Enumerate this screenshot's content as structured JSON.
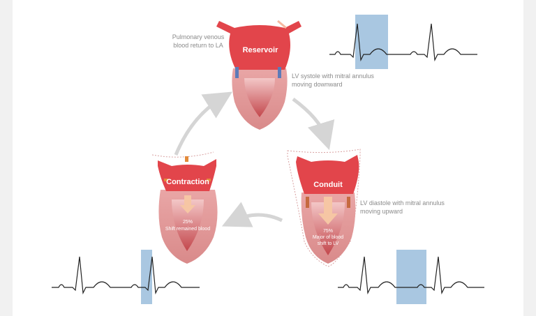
{
  "colors": {
    "heart": "#e2454b",
    "heart_light": "#f08a8c",
    "heart_outer": "#e7a3a3",
    "ecg_highlight": "#a9c7e1",
    "arrow_gray": "#d5d5d5",
    "annotation": "#8a8a8a"
  },
  "phases": {
    "reservoir": {
      "label": "Reservoir",
      "note_left_1": "Pulmonary venous",
      "note_left_2": "blood return to LA",
      "note_right_1": "LV systole with mitral annulus",
      "note_right_2": "moving downward"
    },
    "conduit": {
      "label": "Conduit",
      "percent": "75%",
      "sub_1": "Major of blood",
      "sub_2": "shift to LV",
      "note_1": "LV diastole with mitral annulus",
      "note_2": "moving upward"
    },
    "contraction": {
      "label": "Contraction",
      "percent": "25%",
      "sub_1": "Shift remained blood"
    }
  },
  "icons": [
    "curved-arrow-icon",
    "down-arrow-icon",
    "heart-atrium-icon",
    "ecg-trace-icon"
  ]
}
